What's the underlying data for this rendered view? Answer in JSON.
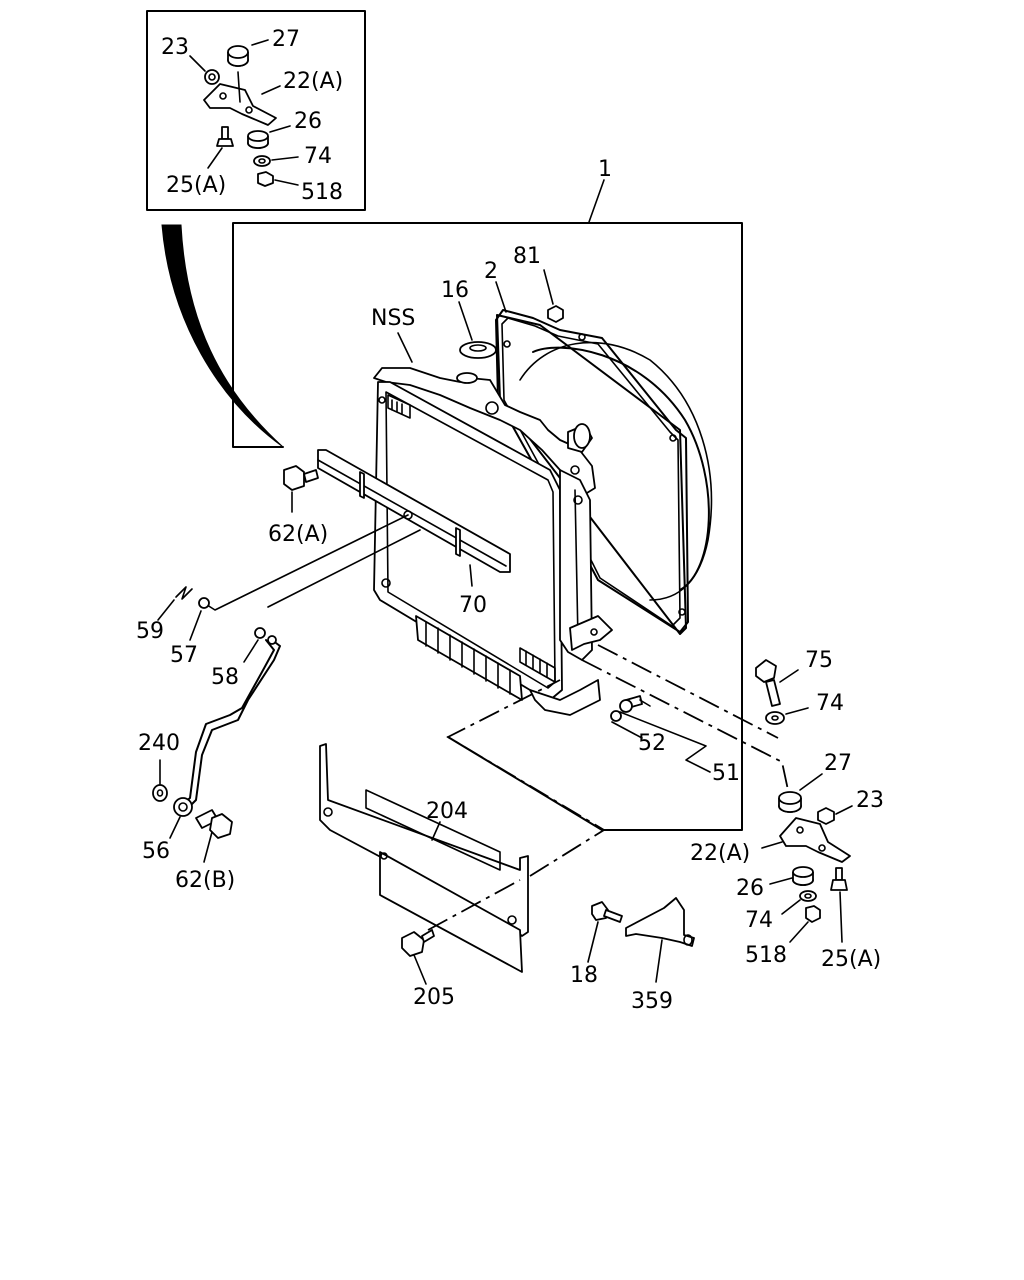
{
  "labels": {
    "inset_23": "23",
    "inset_27": "27",
    "inset_22a": "22(A)",
    "inset_26": "26",
    "inset_74": "74",
    "inset_25a": "25(A)",
    "inset_518": "518",
    "l1": "1",
    "l81": "81",
    "l2": "2",
    "l16": "16",
    "nss": "NSS",
    "l62a": "62(A)",
    "l70": "70",
    "l59": "59",
    "l57": "57",
    "l58": "58",
    "l240": "240",
    "l56": "56",
    "l62b": "62(B)",
    "l204": "204",
    "l205": "205",
    "l18": "18",
    "l359": "359",
    "l75": "75",
    "l74": "74",
    "l52": "52",
    "l51": "51",
    "l27": "27",
    "l23": "23",
    "l22a": "22(A)",
    "l26": "26",
    "l74b": "74",
    "l518": "518",
    "l25a": "25(A)"
  }
}
